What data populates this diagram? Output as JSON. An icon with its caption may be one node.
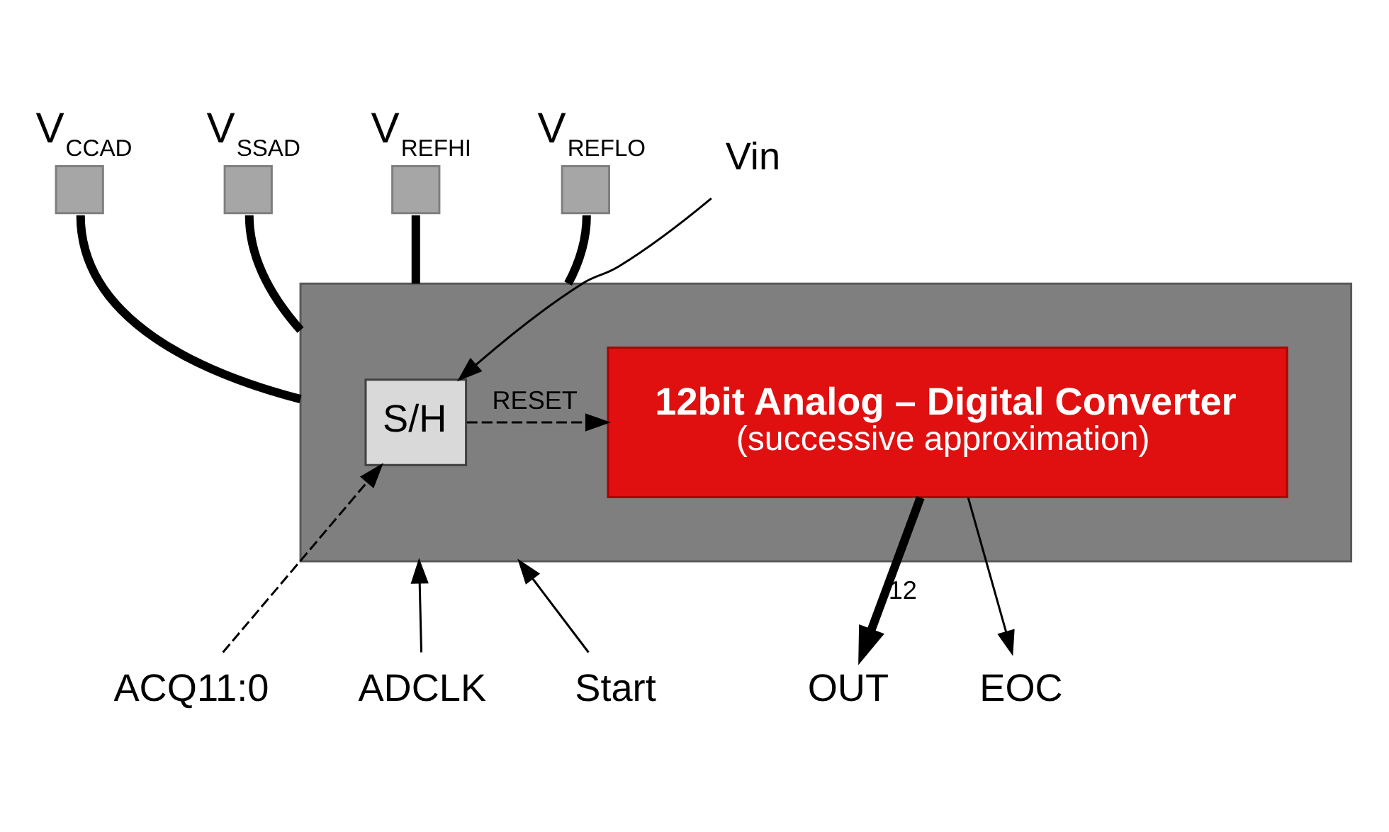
{
  "diagram": {
    "nodes": [
      {
        "text": [],
        "shape": "box"
      },
      {
        "text": [
          "S/H"
        ],
        "in": 0
      },
      {
        "text": [
          "12bit Analog – Digital Converter",
          "(successive approximation)"
        ],
        "in": 0
      },
      {
        "text": [],
        "shape": "box",
        "beside": [
          "V$_{CCAD}$"
        ]
      },
      {
        "text": [],
        "shape": "box",
        "beside": [
          "V$_{SSAD}$"
        ]
      },
      {
        "text": [],
        "shape": "box",
        "beside": [
          "V$_{REFHI}$"
        ]
      },
      {
        "text": [],
        "shape": "box",
        "beside": [
          "V$_{REFLO}$"
        ]
      },
      {
        "text": [
          "Vin"
        ]
      },
      {
        "text": [
          "OUT"
        ]
      },
      {
        "text": [
          "ACQ11:0"
        ]
      },
      {
        "text": [
          "ADCLK"
        ]
      },
      {
        "text": [
          "Start"
        ]
      },
      {
        "text": [
          "EOC"
        ]
      }
    ],
    "edges": [
      {
        "from": 3,
        "to": 0,
        "arrow": "none",
        "style": "thick"
      },
      {
        "from": 4,
        "to": 0,
        "arrow": "none",
        "style": "thick"
      },
      {
        "from": 5,
        "to": 0,
        "arrow": "none",
        "style": "thick"
      },
      {
        "from": 6,
        "to": 0,
        "arrow": "none",
        "style": "thick"
      },
      {
        "from": 7,
        "to": 1,
        "arrow": "to"
      },
      {
        "from": 1,
        "to": 2,
        "arrow": "to",
        "style": "dashed",
        "label": "RESET"
      },
      {
        "from": 2,
        "to": 8,
        "arrow": "to",
        "style": "thick",
        "label": "12"
      },
      {
        "from": 9,
        "to": 1,
        "arrow": "to",
        "style": "dashed"
      },
      {
        "from": 10,
        "to": 0,
        "arrow": "to"
      },
      {
        "from": 11,
        "to": 0,
        "arrow": "to"
      },
      {
        "from": 2,
        "to": 12,
        "arrow": "to"
      }
    ]
  }
}
